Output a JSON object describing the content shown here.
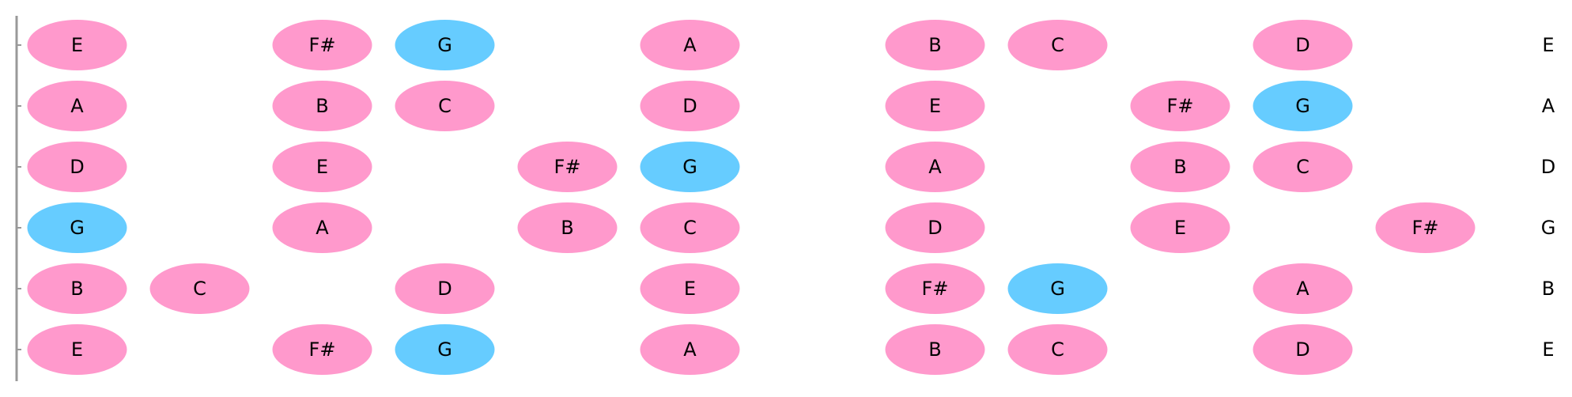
{
  "colors": {
    "scale_note": "#FF99CC",
    "root_note": "#66CCFF",
    "nut": "#999999",
    "label": "#000000"
  },
  "fretboard": {
    "strings": [
      {
        "label": "E",
        "notes": [
          {
            "fret": 0,
            "note": "E"
          },
          {
            "fret": 2,
            "note": "F#"
          },
          {
            "fret": 3,
            "note": "G",
            "root": true
          },
          {
            "fret": 5,
            "note": "A"
          },
          {
            "fret": 7,
            "note": "B"
          },
          {
            "fret": 8,
            "note": "C"
          },
          {
            "fret": 10,
            "note": "D"
          }
        ]
      },
      {
        "label": "A",
        "notes": [
          {
            "fret": 0,
            "note": "A"
          },
          {
            "fret": 2,
            "note": "B"
          },
          {
            "fret": 3,
            "note": "C"
          },
          {
            "fret": 5,
            "note": "D"
          },
          {
            "fret": 7,
            "note": "E"
          },
          {
            "fret": 9,
            "note": "F#"
          },
          {
            "fret": 10,
            "note": "G",
            "root": true
          }
        ]
      },
      {
        "label": "D",
        "notes": [
          {
            "fret": 0,
            "note": "D"
          },
          {
            "fret": 2,
            "note": "E"
          },
          {
            "fret": 4,
            "note": "F#"
          },
          {
            "fret": 5,
            "note": "G",
            "root": true
          },
          {
            "fret": 7,
            "note": "A"
          },
          {
            "fret": 9,
            "note": "B"
          },
          {
            "fret": 10,
            "note": "C"
          }
        ]
      },
      {
        "label": "G",
        "notes": [
          {
            "fret": 0,
            "note": "G",
            "root": true
          },
          {
            "fret": 2,
            "note": "A"
          },
          {
            "fret": 4,
            "note": "B"
          },
          {
            "fret": 5,
            "note": "C"
          },
          {
            "fret": 7,
            "note": "D"
          },
          {
            "fret": 9,
            "note": "E"
          },
          {
            "fret": 11,
            "note": "F#"
          }
        ]
      },
      {
        "label": "B",
        "notes": [
          {
            "fret": 0,
            "note": "B"
          },
          {
            "fret": 1,
            "note": "C"
          },
          {
            "fret": 3,
            "note": "D"
          },
          {
            "fret": 5,
            "note": "E"
          },
          {
            "fret": 7,
            "note": "F#"
          },
          {
            "fret": 8,
            "note": "G",
            "root": true
          },
          {
            "fret": 10,
            "note": "A"
          }
        ]
      },
      {
        "label": "E",
        "notes": [
          {
            "fret": 0,
            "note": "E"
          },
          {
            "fret": 2,
            "note": "F#"
          },
          {
            "fret": 3,
            "note": "G",
            "root": true
          },
          {
            "fret": 5,
            "note": "A"
          },
          {
            "fret": 7,
            "note": "B"
          },
          {
            "fret": 8,
            "note": "C"
          },
          {
            "fret": 10,
            "note": "D"
          }
        ]
      }
    ]
  }
}
